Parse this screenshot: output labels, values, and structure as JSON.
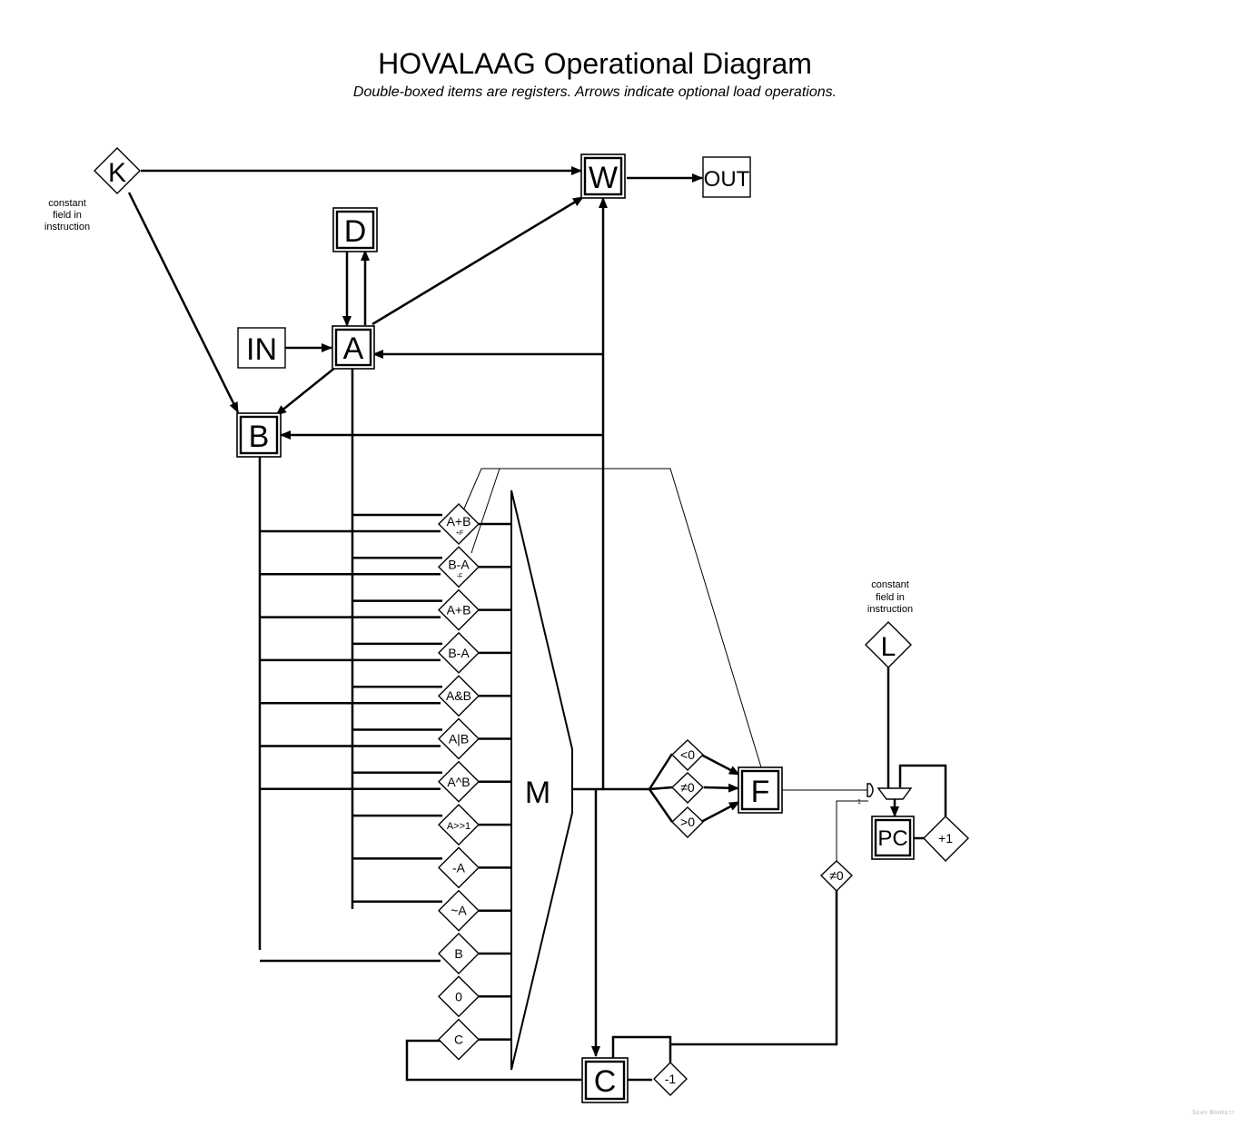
{
  "title": "HOVALAAG Operational Diagram",
  "subtitle": "Double-boxed items are registers. Arrows indicate optional load operations.",
  "credit": "Sean Barrett",
  "registers": {
    "w": "W",
    "d": "D",
    "a": "A",
    "b": "B",
    "c": "C",
    "f": "F",
    "pc": "PC"
  },
  "io": {
    "input": "IN",
    "output": "OUT"
  },
  "constants": {
    "k": "K",
    "l": "L"
  },
  "constant_note": [
    "constant",
    "field in",
    "instruction"
  ],
  "mux_label": "M",
  "alu_ops": [
    {
      "label": "A+B",
      "sub": "+F"
    },
    {
      "label": "B-A",
      "sub": "-F"
    },
    {
      "label": "A+B",
      "sub": ""
    },
    {
      "label": "B-A",
      "sub": ""
    },
    {
      "label": "A&B",
      "sub": ""
    },
    {
      "label": "A|B",
      "sub": ""
    },
    {
      "label": "A^B",
      "sub": ""
    },
    {
      "label": "A>>1",
      "sub": ""
    },
    {
      "label": "-A",
      "sub": ""
    },
    {
      "label": "~A",
      "sub": ""
    },
    {
      "label": "B",
      "sub": ""
    },
    {
      "label": "0",
      "sub": ""
    },
    {
      "label": "C",
      "sub": ""
    }
  ],
  "flag_tests": [
    "<0",
    "≠0",
    ">0"
  ],
  "c_ops": {
    "decrement": "-1",
    "test": "≠0"
  },
  "pc_ops": {
    "increment": "+1",
    "select_one": "1"
  }
}
